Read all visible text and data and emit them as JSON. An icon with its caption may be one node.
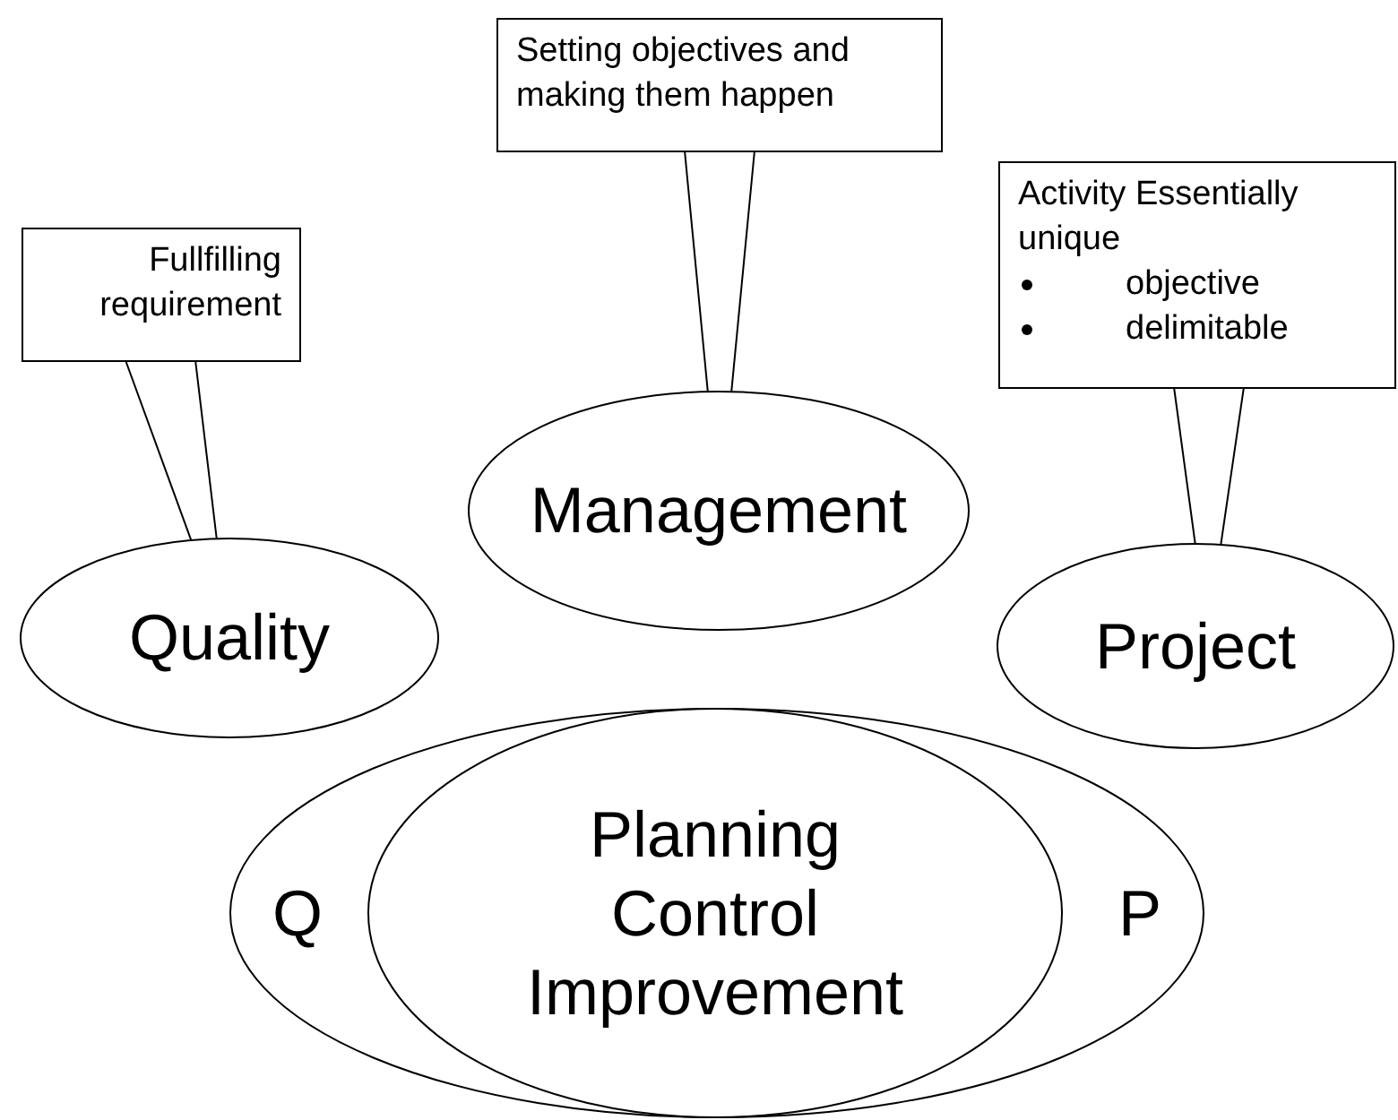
{
  "diagram": {
    "nodes": [
      {
        "text": [
          "Setting objectives and making them happen"
        ]
      },
      {
        "text": [
          "Fullfilling requirement"
        ]
      },
      {
        "text": [
          "Activity Essentially unique",
          "objective",
          "delimitable"
        ]
      },
      {
        "text": [
          "Management"
        ]
      },
      {
        "text": [
          "Quality"
        ]
      },
      {
        "text": [
          "Project"
        ]
      },
      {
        "text": [
          "Q",
          "P"
        ]
      },
      {
        "text": [
          "Planning Control Improvement"
        ],
        "in": 6
      }
    ],
    "edges": [
      {
        "from": 0,
        "to": 3,
        "arrow": "none"
      },
      {
        "from": 1,
        "to": 4,
        "arrow": "none"
      },
      {
        "from": 2,
        "to": 5,
        "arrow": "none"
      }
    ]
  }
}
